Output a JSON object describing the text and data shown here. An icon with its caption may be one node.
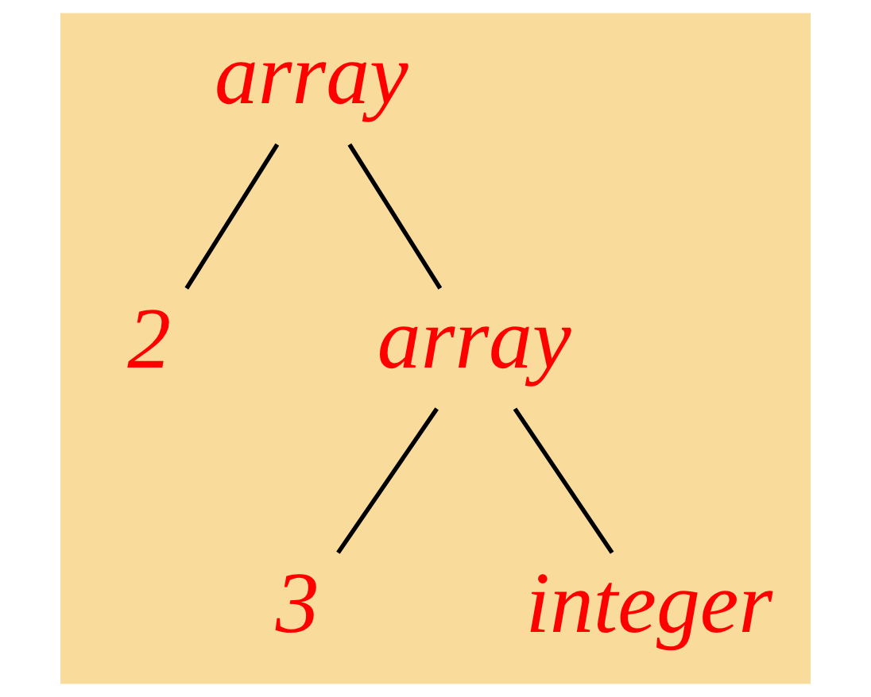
{
  "diagram": {
    "nodes": [
      {
        "text": [
          "array"
        ]
      },
      {
        "text": [
          "2"
        ]
      },
      {
        "text": [
          "array"
        ]
      },
      {
        "text": [
          "3"
        ]
      },
      {
        "text": [
          "integer"
        ]
      }
    ],
    "edges": [
      {
        "from": 0,
        "to": 1,
        "arrow": "none"
      },
      {
        "from": 0,
        "to": 2,
        "arrow": "none"
      },
      {
        "from": 2,
        "to": 3,
        "arrow": "none"
      },
      {
        "from": 2,
        "to": 4,
        "arrow": "none"
      }
    ]
  }
}
